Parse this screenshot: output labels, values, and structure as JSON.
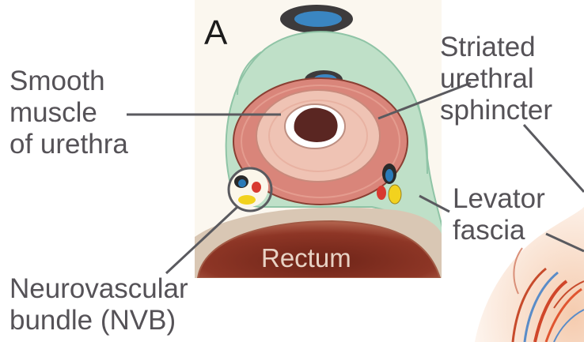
{
  "figure": {
    "panel_letter": "A",
    "labels": {
      "smooth_muscle": [
        "Smooth",
        "muscle",
        "of urethra"
      ],
      "striated_sphincter": [
        "Striated",
        "urethral",
        "sphincter"
      ],
      "levator_fascia": [
        "Levator",
        "fascia"
      ],
      "nvb": [
        "Neurovascular",
        "bundle (NVB)"
      ],
      "rectum": "Rectum"
    }
  },
  "colors": {
    "label_text": "#555257",
    "leader_line": "#5a5a5f",
    "striated_muscle": "#d9857a",
    "smooth_muscle": "#efc3b4",
    "green_tissue": "#bfe0c8",
    "rectum": "#b0604a",
    "rectum_inner": "#7b2a20",
    "vessel_red": "#d83a30",
    "vessel_blue": "#2a7ab8",
    "nerve_yellow": "#f2d21e"
  }
}
